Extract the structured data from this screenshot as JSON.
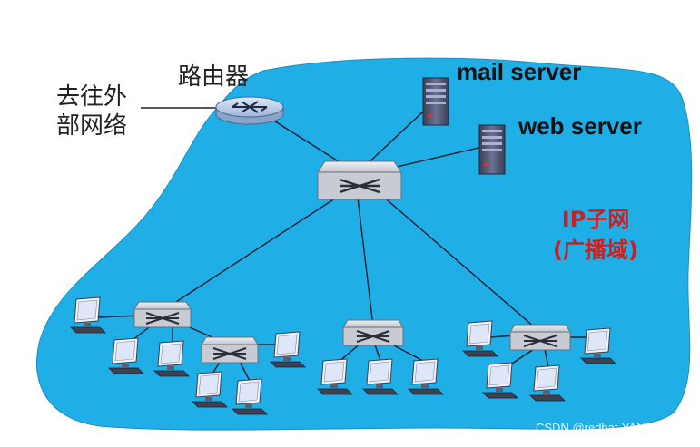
{
  "labels": {
    "external_line1": "去往外",
    "external_line2": "部网络",
    "router": "路由器",
    "mail_server": "mail server",
    "web_server": "web server",
    "subnet_line1": "IP子网",
    "subnet_line2": "(广播域)"
  },
  "watermark": "CSDN @redhat-YAN",
  "colors": {
    "subnet_fill": "#20aee6",
    "subnet_label": "#d01e1e",
    "link": "#1c1c2e",
    "switch": "#c9cbd2",
    "router": "#a7bddc",
    "server": "#4a4f63",
    "host_screen": "#dfe6f8"
  },
  "icons": {
    "router": "router-icon",
    "switch": "switch-icon",
    "server": "server-icon",
    "host": "desktop-computer-icon"
  }
}
